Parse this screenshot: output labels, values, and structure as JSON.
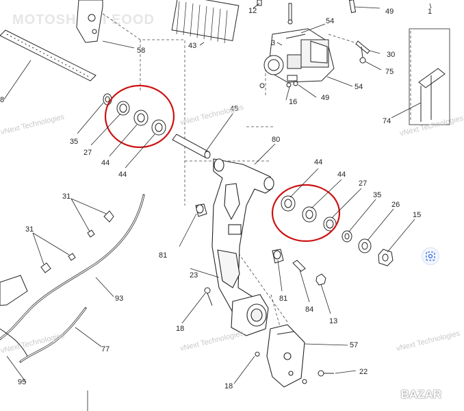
{
  "header": {
    "brand_text": "MOTOSHOP-I EOOD"
  },
  "watermarks": [
    "vNext Technologies",
    "vNext Technologies",
    "vNext Technologies",
    "vNext Technologies",
    "vNext Technologies",
    "vNext Technologies"
  ],
  "footer": {
    "marketplace_logo_text": "BAZAR"
  },
  "colors": {
    "highlight": "#cc1111",
    "line": "#222222",
    "fill": "#ffffff",
    "light_fill": "#efefef"
  },
  "icons": {
    "image_search": "lens-icon"
  },
  "callouts": {
    "c12": "12",
    "c49a": "49",
    "c1": "1",
    "c54a": "54",
    "c3": "3",
    "c58": "58",
    "c43": "43",
    "c30": "30",
    "c75": "75",
    "c54b": "54",
    "c16": "16",
    "c49b": "49",
    "c74": "74",
    "c8": "8",
    "c35a": "35",
    "c27a": "27",
    "c44a": "44",
    "c44b": "44",
    "c45": "45",
    "c80": "80",
    "c44c": "44",
    "c44d": "44",
    "c27b": "27",
    "c35b": "35",
    "c26": "26",
    "c15": "15",
    "c31a": "31",
    "c31b": "31",
    "c81a": "81",
    "c81b": "81",
    "c23": "23",
    "c84": "84",
    "c13": "13",
    "c93": "93",
    "c18a": "18",
    "c77": "77",
    "c57": "57",
    "c22": "22",
    "c18b": "18",
    "c95": "95"
  }
}
